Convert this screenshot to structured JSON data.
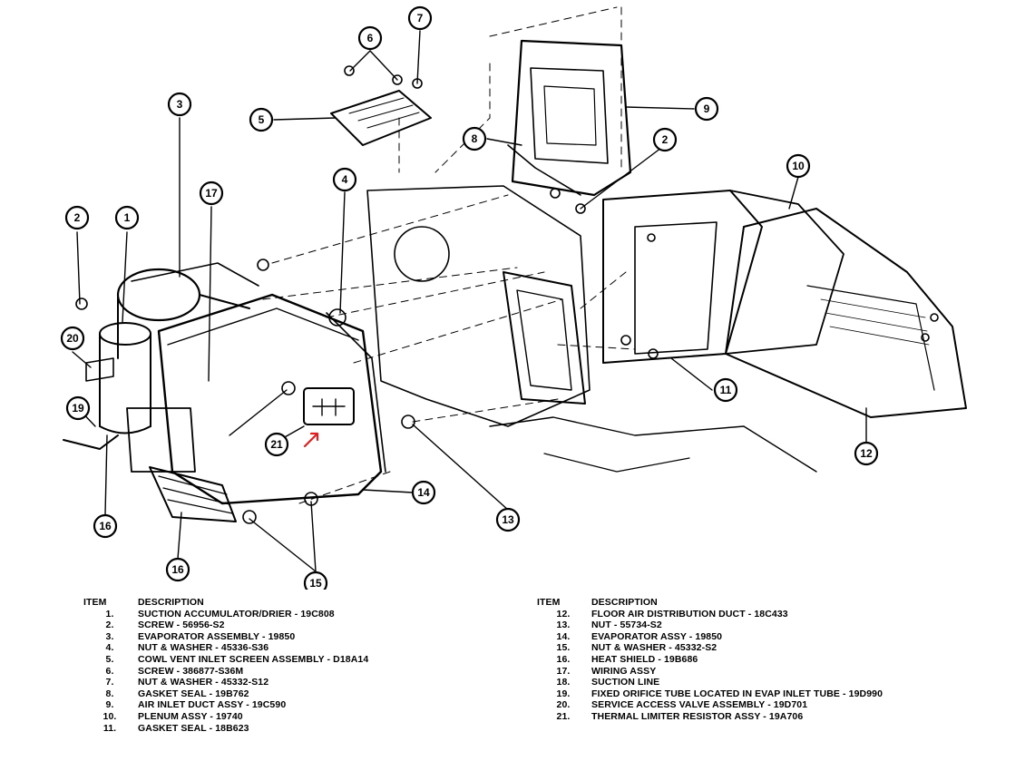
{
  "callouts": [
    "1",
    "2",
    "2",
    "3",
    "4",
    "5",
    "6",
    "7",
    "8",
    "9",
    "10",
    "11",
    "12",
    "13",
    "14",
    "15",
    "16",
    "16",
    "17",
    "19",
    "20",
    "21"
  ],
  "legend": {
    "item_header": "ITEM",
    "desc_header": "DESCRIPTION",
    "items": [
      {
        "item": "1.",
        "desc": "SUCTION ACCUMULATOR/DRIER - 19C808"
      },
      {
        "item": "2.",
        "desc": "SCREW - 56956-S2"
      },
      {
        "item": "3.",
        "desc": "EVAPORATOR ASSEMBLY - 19850"
      },
      {
        "item": "4.",
        "desc": "NUT & WASHER - 45336-S36"
      },
      {
        "item": "5.",
        "desc": "COWL VENT INLET SCREEN ASSEMBLY - D18A14"
      },
      {
        "item": "6.",
        "desc": "SCREW - 386877-S36M"
      },
      {
        "item": "7.",
        "desc": "NUT & WASHER - 45332-S12"
      },
      {
        "item": "8.",
        "desc": "GASKET SEAL - 19B762"
      },
      {
        "item": "9.",
        "desc": "AIR INLET DUCT ASSY - 19C590"
      },
      {
        "item": "10.",
        "desc": "PLENUM ASSY - 19740"
      },
      {
        "item": "11.",
        "desc": "GASKET SEAL - 18B623"
      },
      {
        "item": "12.",
        "desc": "FLOOR AIR DISTRIBUTION DUCT - 18C433"
      },
      {
        "item": "13.",
        "desc": "NUT - 55734-S2"
      },
      {
        "item": "14.",
        "desc": "EVAPORATOR ASSY - 19850"
      },
      {
        "item": "15.",
        "desc": "NUT & WASHER - 45332-S2"
      },
      {
        "item": "16.",
        "desc": "HEAT SHIELD - 19B686"
      },
      {
        "item": "17.",
        "desc": "WIRING ASSY"
      },
      {
        "item": "18.",
        "desc": "SUCTION LINE"
      },
      {
        "item": "19.",
        "desc": "FIXED ORIFICE TUBE LOCATED IN EVAP INLET TUBE - 19D990"
      },
      {
        "item": "20.",
        "desc": "SERVICE ACCESS VALVE ASSEMBLY - 19D701"
      },
      {
        "item": "21.",
        "desc": "THERMAL LIMITER RESISTOR ASSY - 19A706"
      }
    ]
  },
  "colors": {
    "ink": "#000000",
    "paper": "#ffffff",
    "annotation_arrow": "#e02020"
  }
}
